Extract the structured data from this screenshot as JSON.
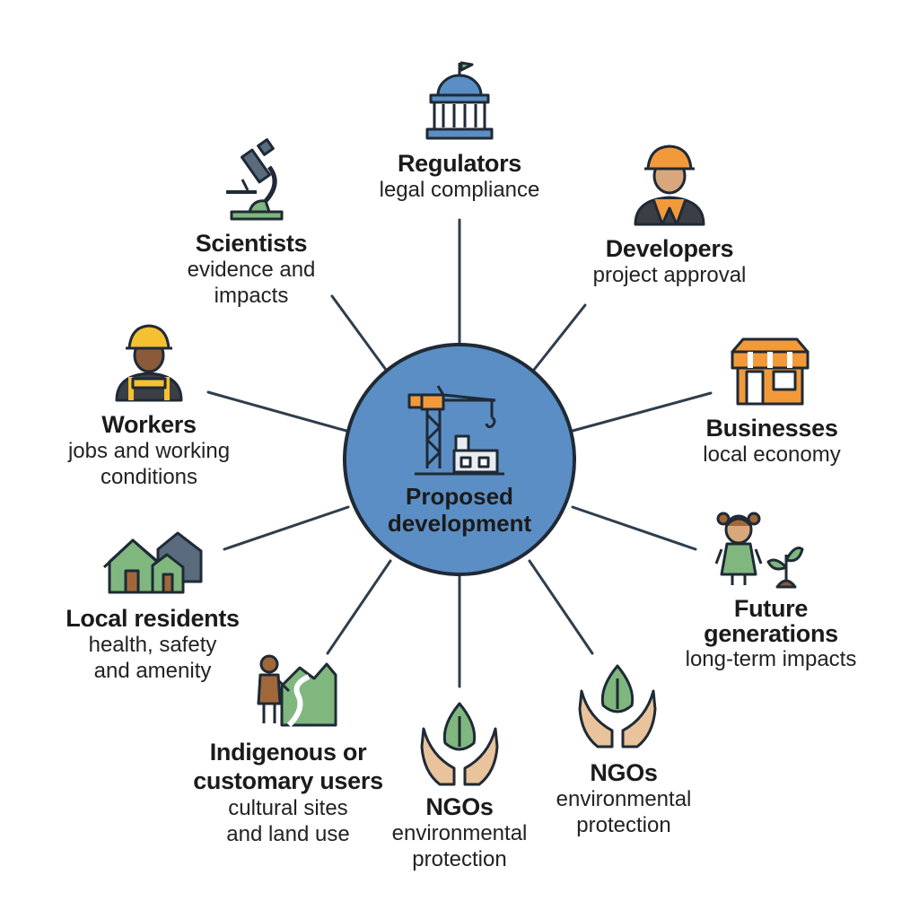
{
  "hub": {
    "label": "Proposed\ndevelopment",
    "icon": "construction-crane-icon",
    "fill": "#5b8ec4"
  },
  "colors": {
    "spoke": "#2f3e4d",
    "outline": "#1f2a36",
    "blue": "#5b8ec4",
    "green": "#7fb77e",
    "orange": "#f29a3a",
    "yellow": "#f5c132",
    "skin": "#d9a77c",
    "dark_skin": "#8a5a3a"
  },
  "stakeholders": [
    {
      "id": "regulators",
      "name": "Regulators",
      "role": "legal compliance",
      "icon": "government-building-icon"
    },
    {
      "id": "developers",
      "name": "Developers",
      "role": "project approval",
      "icon": "developer-hardhat-icon"
    },
    {
      "id": "businesses",
      "name": "Businesses",
      "role": "local economy",
      "icon": "storefront-icon"
    },
    {
      "id": "future",
      "name": "Future\ngenerations",
      "role": "long-term impacts",
      "icon": "child-seedling-icon"
    },
    {
      "id": "ngos-right",
      "name": "NGOs",
      "role": "environmental\nprotection",
      "icon": "hands-leaf-icon"
    },
    {
      "id": "ngos-bottom",
      "name": "NGOs",
      "role": "environmental\nprotection",
      "icon": "hands-leaf-icon"
    },
    {
      "id": "indigenous",
      "name": "Indigenous or\ncustomary users",
      "role": "cultural sites\nand land use",
      "icon": "person-landscape-icon"
    },
    {
      "id": "residents",
      "name": "Local residents",
      "role": "health, safety\nand amenity",
      "icon": "houses-icon"
    },
    {
      "id": "workers",
      "name": "Workers",
      "role": "jobs and working\nconditions",
      "icon": "worker-icon"
    },
    {
      "id": "scientists",
      "name": "Scientists",
      "role": "evidence and\nimpacts",
      "icon": "microscope-icon"
    }
  ]
}
